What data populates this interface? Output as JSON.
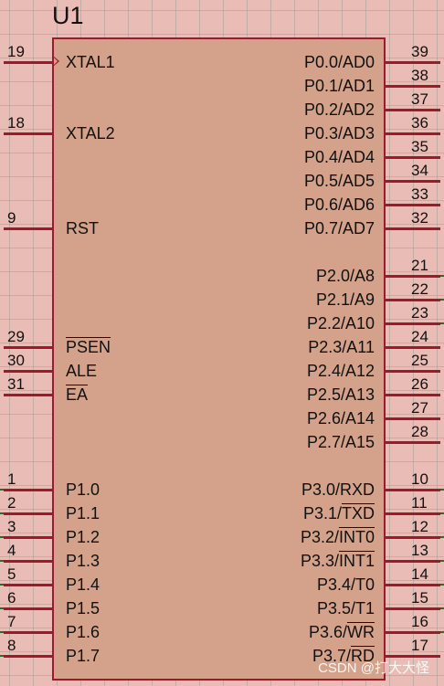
{
  "component": {
    "ref": "U1"
  },
  "left_pins": [
    {
      "num": "19",
      "label": "XTAL1",
      "overbar": false
    },
    {
      "num": "18",
      "label": "XTAL2",
      "overbar": false
    },
    {
      "num": "9",
      "label": "RST",
      "overbar": false
    },
    {
      "num": "29",
      "label": "PSEN",
      "overbar": true
    },
    {
      "num": "30",
      "label": "ALE",
      "overbar": false
    },
    {
      "num": "31",
      "label": "EA",
      "overbar": true
    },
    {
      "num": "1",
      "label": "P1.0",
      "overbar": false
    },
    {
      "num": "2",
      "label": "P1.1",
      "overbar": false
    },
    {
      "num": "3",
      "label": "P1.2",
      "overbar": false
    },
    {
      "num": "4",
      "label": "P1.3",
      "overbar": false
    },
    {
      "num": "5",
      "label": "P1.4",
      "overbar": false
    },
    {
      "num": "6",
      "label": "P1.5",
      "overbar": false
    },
    {
      "num": "7",
      "label": "P1.6",
      "overbar": false
    },
    {
      "num": "8",
      "label": "P1.7",
      "overbar": false
    }
  ],
  "right_pins": [
    {
      "num": "39",
      "label": "P0.0/AD0",
      "overbar": ""
    },
    {
      "num": "38",
      "label": "P0.1/AD1",
      "overbar": ""
    },
    {
      "num": "37",
      "label": "P0.2/AD2",
      "overbar": ""
    },
    {
      "num": "36",
      "label": "P0.3/AD3",
      "overbar": ""
    },
    {
      "num": "35",
      "label": "P0.4/AD4",
      "overbar": ""
    },
    {
      "num": "34",
      "label": "P0.5/AD5",
      "overbar": ""
    },
    {
      "num": "33",
      "label": "P0.6/AD6",
      "overbar": ""
    },
    {
      "num": "32",
      "label": "P0.7/AD7",
      "overbar": ""
    },
    {
      "num": "21",
      "label": "P2.0/A8",
      "overbar": ""
    },
    {
      "num": "22",
      "label": "P2.1/A9",
      "overbar": ""
    },
    {
      "num": "23",
      "label": "P2.2/A10",
      "overbar": ""
    },
    {
      "num": "24",
      "label": "P2.3/A11",
      "overbar": ""
    },
    {
      "num": "25",
      "label": "P2.4/A12",
      "overbar": ""
    },
    {
      "num": "26",
      "label": "P2.5/A13",
      "overbar": ""
    },
    {
      "num": "27",
      "label": "P2.6/A14",
      "overbar": ""
    },
    {
      "num": "28",
      "label": "P2.7/A15",
      "overbar": ""
    },
    {
      "num": "10",
      "label": "P3.0/RXD",
      "overbar": ""
    },
    {
      "num": "11",
      "label": "P3.1/",
      "overbar": "TXD"
    },
    {
      "num": "12",
      "label": "P3.2/",
      "overbar": "INT0"
    },
    {
      "num": "13",
      "label": "P3.3/",
      "overbar": "INT1"
    },
    {
      "num": "14",
      "label": "P3.4/T0",
      "overbar": ""
    },
    {
      "num": "15",
      "label": "P3.5/T1",
      "overbar": ""
    },
    {
      "num": "16",
      "label": "P3.6/",
      "overbar": "WR"
    },
    {
      "num": "17",
      "label": "P3.7/",
      "overbar": "RD"
    }
  ],
  "watermark": "CSDN @打大大怪",
  "colors": {
    "body": "#d4a28a",
    "outline": "#9c1a2a",
    "background": "#e9bdb5"
  }
}
